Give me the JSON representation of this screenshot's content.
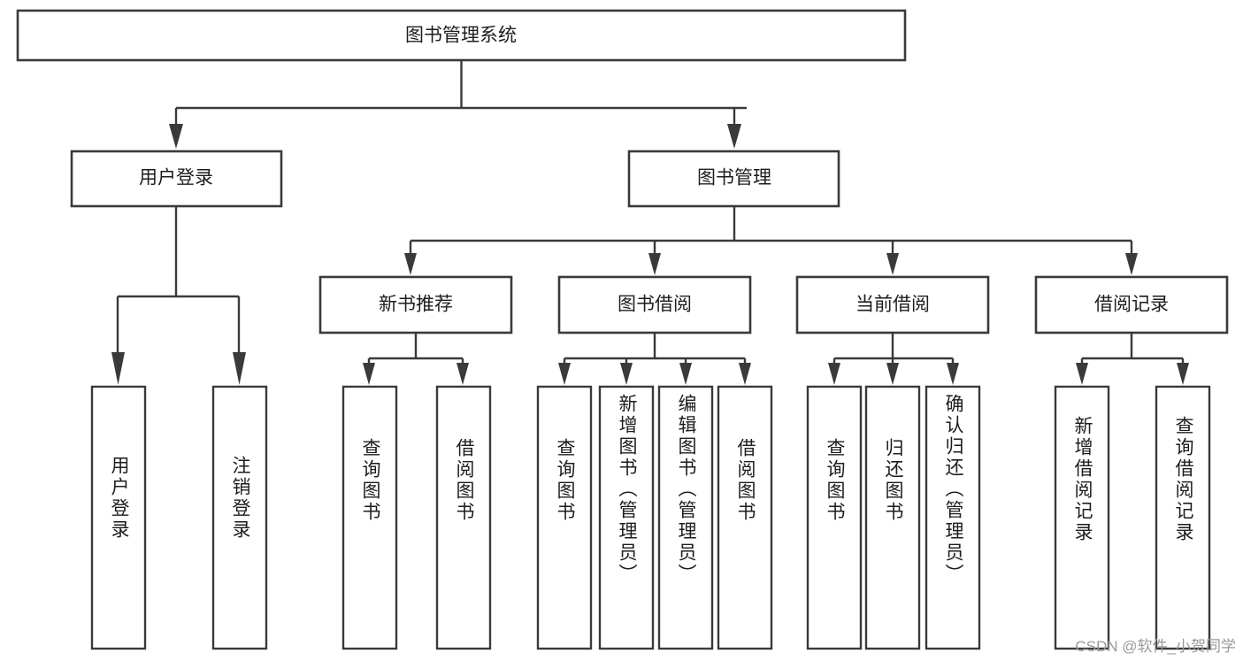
{
  "diagram": {
    "title": "图书管理系统",
    "watermark": "CSDN @软件_小贺同学",
    "colors": {
      "stroke": "#3a3a3a",
      "box_fill": "#ffffff",
      "text": "#1d1d1d",
      "background": "#ffffff",
      "watermark": "#9a9a9a"
    },
    "root": {
      "label": "图书管理系统"
    },
    "level2": [
      {
        "label": "用户登录"
      },
      {
        "label": "图书管理"
      }
    ],
    "level3": [
      {
        "label": "新书推荐"
      },
      {
        "label": "图书借阅"
      },
      {
        "label": "当前借阅"
      },
      {
        "label": "借阅记录"
      }
    ],
    "leaves": {
      "user_login": [
        {
          "label": "用户登录"
        },
        {
          "label": "注销登录"
        }
      ],
      "new_book_recommend": [
        {
          "label": "查询图书"
        },
        {
          "label": "借阅图书"
        }
      ],
      "book_borrow": [
        {
          "label": "查询图书"
        },
        {
          "label": "新增图书（管理员）"
        },
        {
          "label": "编辑图书（管理员）"
        },
        {
          "label": "借阅图书"
        }
      ],
      "current_borrow": [
        {
          "label": "查询图书"
        },
        {
          "label": "归还图书"
        },
        {
          "label": "确认归还（管理员）"
        }
      ],
      "borrow_record": [
        {
          "label": "新增借阅记录"
        },
        {
          "label": "查询借阅记录"
        }
      ]
    }
  },
  "chart_data": {
    "type": "table",
    "title": "图书管理系统",
    "hierarchy": [
      {
        "level": 1,
        "label": "图书管理系统",
        "children": [
          {
            "level": 2,
            "label": "用户登录",
            "children": [
              {
                "level": 3,
                "label": "用户登录"
              },
              {
                "level": 3,
                "label": "注销登录"
              }
            ]
          },
          {
            "level": 2,
            "label": "图书管理",
            "children": [
              {
                "level": 3,
                "label": "新书推荐",
                "children": [
                  {
                    "level": 4,
                    "label": "查询图书"
                  },
                  {
                    "level": 4,
                    "label": "借阅图书"
                  }
                ]
              },
              {
                "level": 3,
                "label": "图书借阅",
                "children": [
                  {
                    "level": 4,
                    "label": "查询图书"
                  },
                  {
                    "level": 4,
                    "label": "新增图书（管理员）"
                  },
                  {
                    "level": 4,
                    "label": "编辑图书（管理员）"
                  },
                  {
                    "level": 4,
                    "label": "借阅图书"
                  }
                ]
              },
              {
                "level": 3,
                "label": "当前借阅",
                "children": [
                  {
                    "level": 4,
                    "label": "查询图书"
                  },
                  {
                    "level": 4,
                    "label": "归还图书"
                  },
                  {
                    "level": 4,
                    "label": "确认归还（管理员）"
                  }
                ]
              },
              {
                "level": 3,
                "label": "借阅记录",
                "children": [
                  {
                    "level": 4,
                    "label": "新增借阅记录"
                  },
                  {
                    "level": 4,
                    "label": "查询借阅记录"
                  }
                ]
              }
            ]
          }
        ]
      }
    ]
  }
}
